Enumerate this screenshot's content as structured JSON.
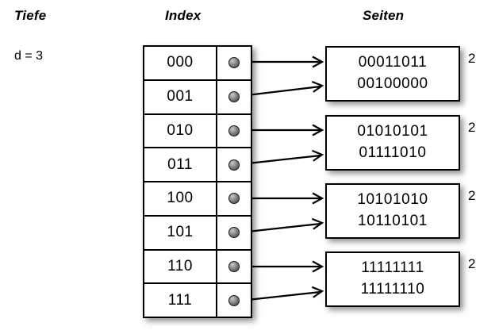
{
  "headings": {
    "depth": "Tiefe",
    "index": "Index",
    "pages": "Seiten"
  },
  "depth": {
    "label": "d = 3"
  },
  "index_table": {
    "rows": [
      {
        "key": "000",
        "pointer_icon": "pointer-dot-icon"
      },
      {
        "key": "001",
        "pointer_icon": "pointer-dot-icon"
      },
      {
        "key": "010",
        "pointer_icon": "pointer-dot-icon"
      },
      {
        "key": "011",
        "pointer_icon": "pointer-dot-icon"
      },
      {
        "key": "100",
        "pointer_icon": "pointer-dot-icon"
      },
      {
        "key": "101",
        "pointer_icon": "pointer-dot-icon"
      },
      {
        "key": "110",
        "pointer_icon": "pointer-dot-icon"
      },
      {
        "key": "111",
        "pointer_icon": "pointer-dot-icon"
      }
    ]
  },
  "pages": [
    {
      "line1": "00011011",
      "line2": "00100000",
      "count": "2",
      "from_rows": [
        "000",
        "001"
      ]
    },
    {
      "line1": "01010101",
      "line2": "01111010",
      "count": "2",
      "from_rows": [
        "010",
        "011"
      ]
    },
    {
      "line1": "10101010",
      "line2": "10110101",
      "count": "2",
      "from_rows": [
        "100",
        "101"
      ]
    },
    {
      "line1": "11111111",
      "line2": "11111110",
      "count": "2",
      "from_rows": [
        "110",
        "111"
      ]
    }
  ],
  "colors": {
    "background": "#ffffff",
    "stroke": "#000000",
    "pointer_dot": "#6e6e6e",
    "shadow": "rgba(0,0,0,0.42)"
  }
}
